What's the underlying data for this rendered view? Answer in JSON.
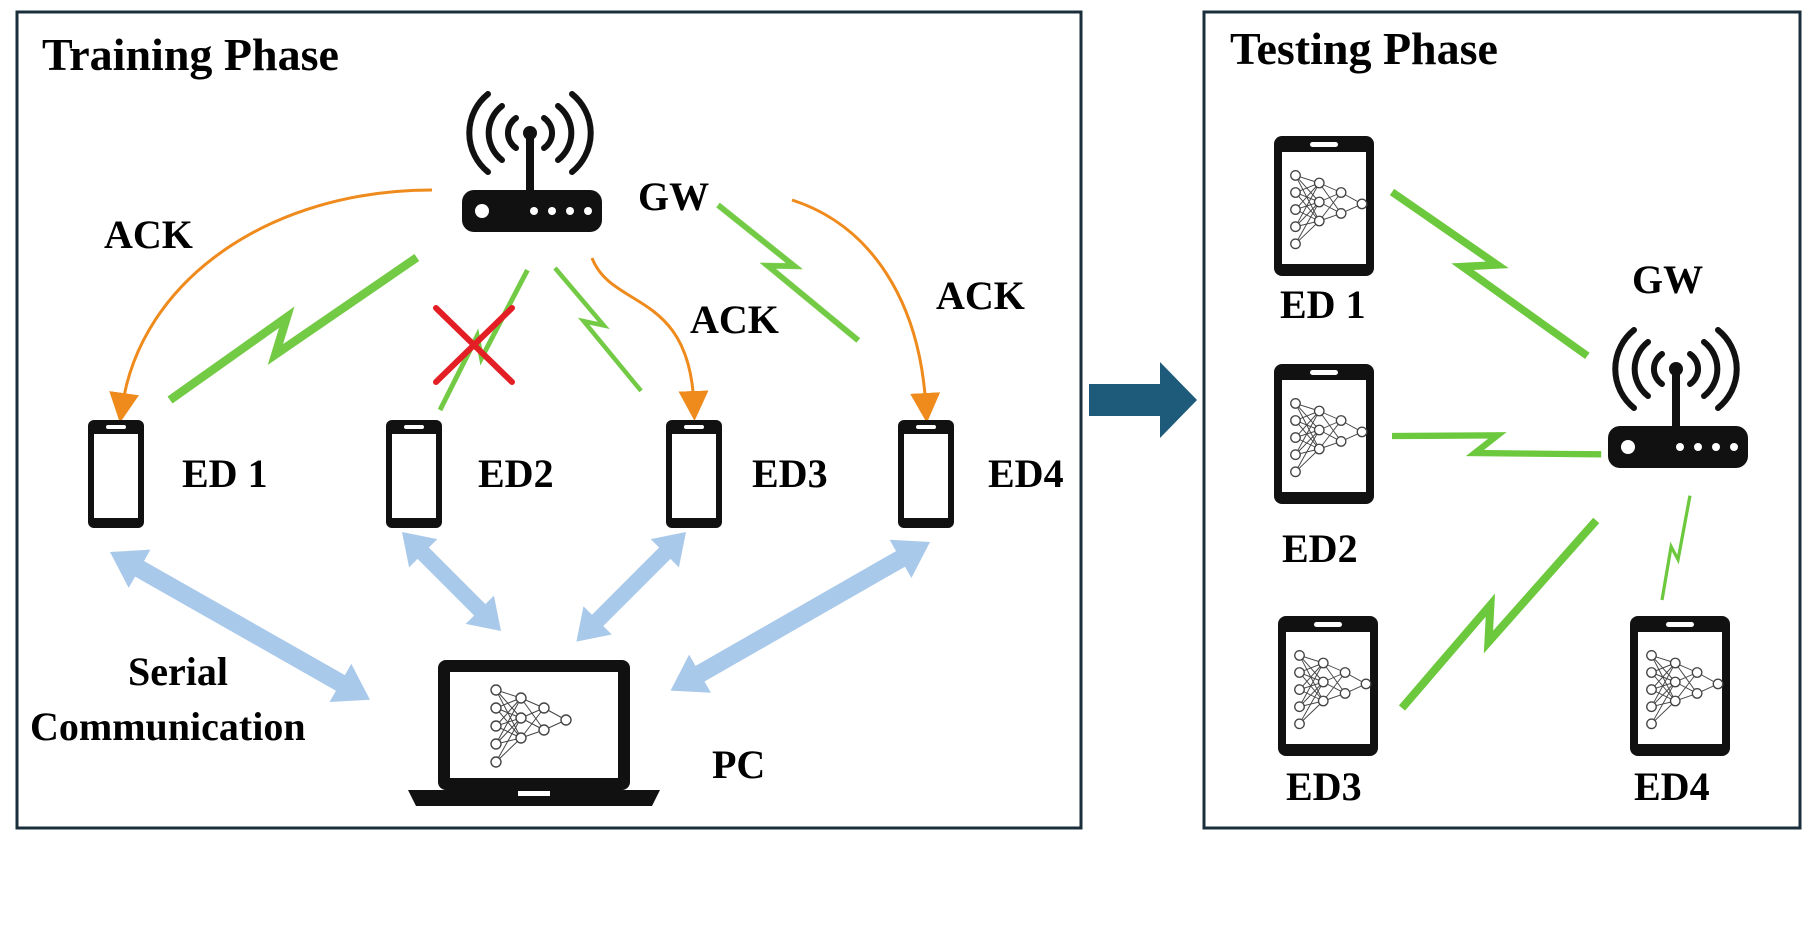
{
  "training": {
    "title": "Training Phase",
    "gateway_label": "GW",
    "ack_labels": [
      "ACK",
      "ACK",
      "ACK"
    ],
    "devices": [
      "ED 1",
      "ED2",
      "ED3",
      "ED4"
    ],
    "serial_label_line1": "Serial",
    "serial_label_line2": "Communication",
    "pc_label": "PC"
  },
  "testing": {
    "title": "Testing Phase",
    "gateway_label": "GW",
    "devices": [
      "ED 1",
      "ED2",
      "ED3",
      "ED4"
    ]
  },
  "colors": {
    "frame": "#1a2e3b",
    "ack_arrow": "#ef8a1c",
    "wireless_link": "#6cc83c",
    "serial_arrow": "#a9c9ea",
    "failure_mark": "#e31e24",
    "phase_arrow": "#1e5a7a",
    "icon": "#111111"
  },
  "icons": [
    "router-icon",
    "phone-icon",
    "laptop-icon",
    "neural-network-icon",
    "lightning-link-icon",
    "cross-icon"
  ]
}
